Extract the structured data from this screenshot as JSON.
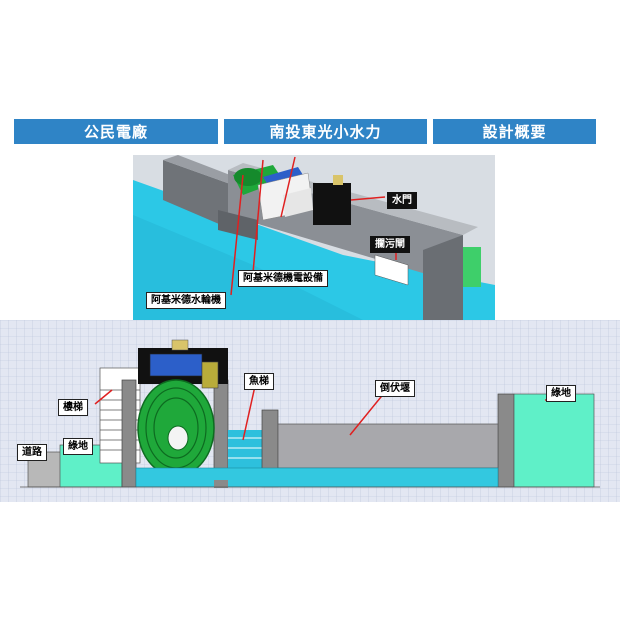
{
  "header": {
    "tabs": [
      {
        "label": "公民電廠"
      },
      {
        "label": "南投東光小水力"
      },
      {
        "label": "設計概要"
      }
    ]
  },
  "render_view": {
    "labels": {
      "gate": "水門",
      "trash_rack": "攔污閘",
      "generator": "阿基米德機電設備",
      "wheel": "阿基米德水輪機"
    }
  },
  "section_view": {
    "labels": {
      "stairs": "樓梯",
      "road": "道路",
      "green_left": "綠地",
      "fish_ladder": "魚梯",
      "weir": "倒伏堰",
      "green_right": "綠地"
    }
  },
  "colors": {
    "tab": "#2f84c6",
    "water": "#33c8e0",
    "green_land": "#5ff0c8",
    "wheel": "#1fa83a",
    "concrete": "#8a8a8a",
    "arrow": "#e02020",
    "grid_bg": "#dfe4f0"
  }
}
